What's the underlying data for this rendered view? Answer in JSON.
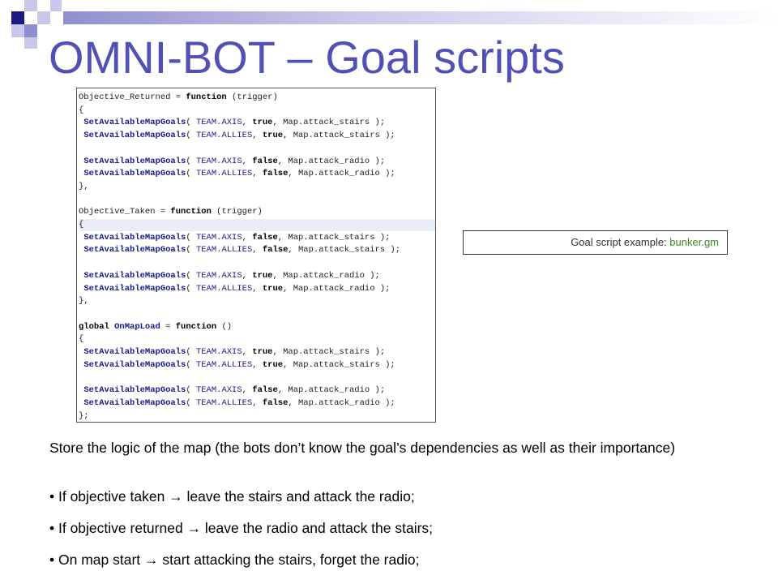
{
  "slide": {
    "title": "OMNI-BOT – Goal scripts",
    "caption_prefix": "Goal script example: ",
    "caption_file": "bunker.gm",
    "paragraph": "Store the logic of the map (the bots don’t know the goal’s dependencies as well as their importance)",
    "bullets": [
      "• If objective taken → leave the stairs and attack the radio;",
      "• If objective returned → leave the radio and attack the stairs;",
      "• On map start →  start attacking the stairs, forget the radio;"
    ]
  },
  "code_lines": [
    "Objective_Returned = function (trigger)",
    "{",
    " SetAvailableMapGoals( TEAM.AXIS, true, Map.attack_stairs );",
    " SetAvailableMapGoals( TEAM.ALLIES, true, Map.attack_stairs );",
    "",
    " SetAvailableMapGoals( TEAM.AXIS, false, Map.attack_radio );",
    " SetAvailableMapGoals( TEAM.ALLIES, false, Map.attack_radio );",
    "},",
    "",
    "Objective_Taken = function (trigger)",
    "{",
    " SetAvailableMapGoals( TEAM.AXIS, false, Map.attack_stairs );",
    " SetAvailableMapGoals( TEAM.ALLIES, false, Map.attack_stairs );",
    "",
    " SetAvailableMapGoals( TEAM.AXIS, true, Map.attack_radio );",
    " SetAvailableMapGoals( TEAM.ALLIES, true, Map.attack_radio );",
    "},",
    "",
    "global OnMapLoad = function ()",
    "{",
    " SetAvailableMapGoals( TEAM.AXIS, true, Map.attack_stairs );",
    " SetAvailableMapGoals( TEAM.ALLIES, true, Map.attack_stairs );",
    "",
    " SetAvailableMapGoals( TEAM.AXIS, false, Map.attack_radio );",
    " SetAvailableMapGoals( TEAM.ALLIES, false, Map.attack_radio );",
    "};"
  ],
  "colors": {
    "title": "#5050b5",
    "accent_dark": "#1a1a80",
    "accent_mid": "#8f8fd0",
    "accent_light": "#c8c8ea",
    "caption_file": "#3a8a1f"
  }
}
